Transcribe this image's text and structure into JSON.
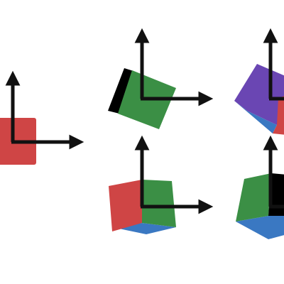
{
  "colors": {
    "background": "#ffffff",
    "axis": "#111111",
    "red": "#cf4545",
    "green": "#3b8f45",
    "blue": "#3a78c2",
    "purple": "#6a46b3",
    "black": "#000000"
  },
  "figures": [
    {
      "id": "flat-square",
      "faces": [
        "red"
      ]
    },
    {
      "id": "rotated-square",
      "faces": [
        "black",
        "green"
      ]
    },
    {
      "id": "rotated-cube-top-right",
      "faces": [
        "purple",
        "red",
        "blue"
      ]
    },
    {
      "id": "cube-front-bottom",
      "faces": [
        "red",
        "green",
        "blue"
      ]
    },
    {
      "id": "cube-right-bottom",
      "faces": [
        "green",
        "black",
        "blue"
      ]
    }
  ]
}
